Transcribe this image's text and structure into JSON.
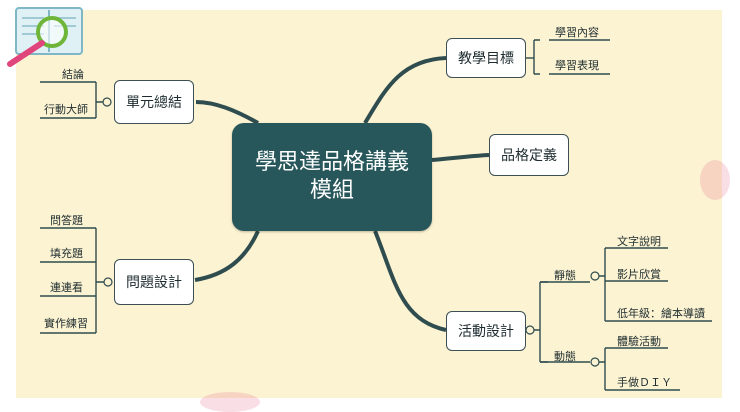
{
  "mindmap": {
    "central_line1": "學思達品格講義",
    "central_line2": "模組",
    "branches": {
      "teaching_goals": {
        "label": "教學目標",
        "items": [
          "學習內容",
          "學習表現"
        ]
      },
      "character_definition": {
        "label": "品格定義"
      },
      "activity_design": {
        "label": "活動設計",
        "static": {
          "label": "靜態",
          "items": [
            "文字說明",
            "影片欣賞",
            "低年級：繪本導讀"
          ]
        },
        "dynamic": {
          "label": "動態",
          "items": [
            "體驗活動",
            "手做ＤＩＹ"
          ]
        }
      },
      "unit_summary": {
        "label": "單元總結",
        "items": [
          "結論",
          "行動大師"
        ]
      },
      "question_design": {
        "label": "問題設計",
        "items": [
          "問答題",
          "填充題",
          "連連看",
          "實作練習"
        ]
      }
    }
  },
  "colors": {
    "background": "#fcf3d2",
    "central": "#27575a",
    "line": "#2f4c4f"
  },
  "icons": [
    "book-icon",
    "magnifier-icon"
  ]
}
